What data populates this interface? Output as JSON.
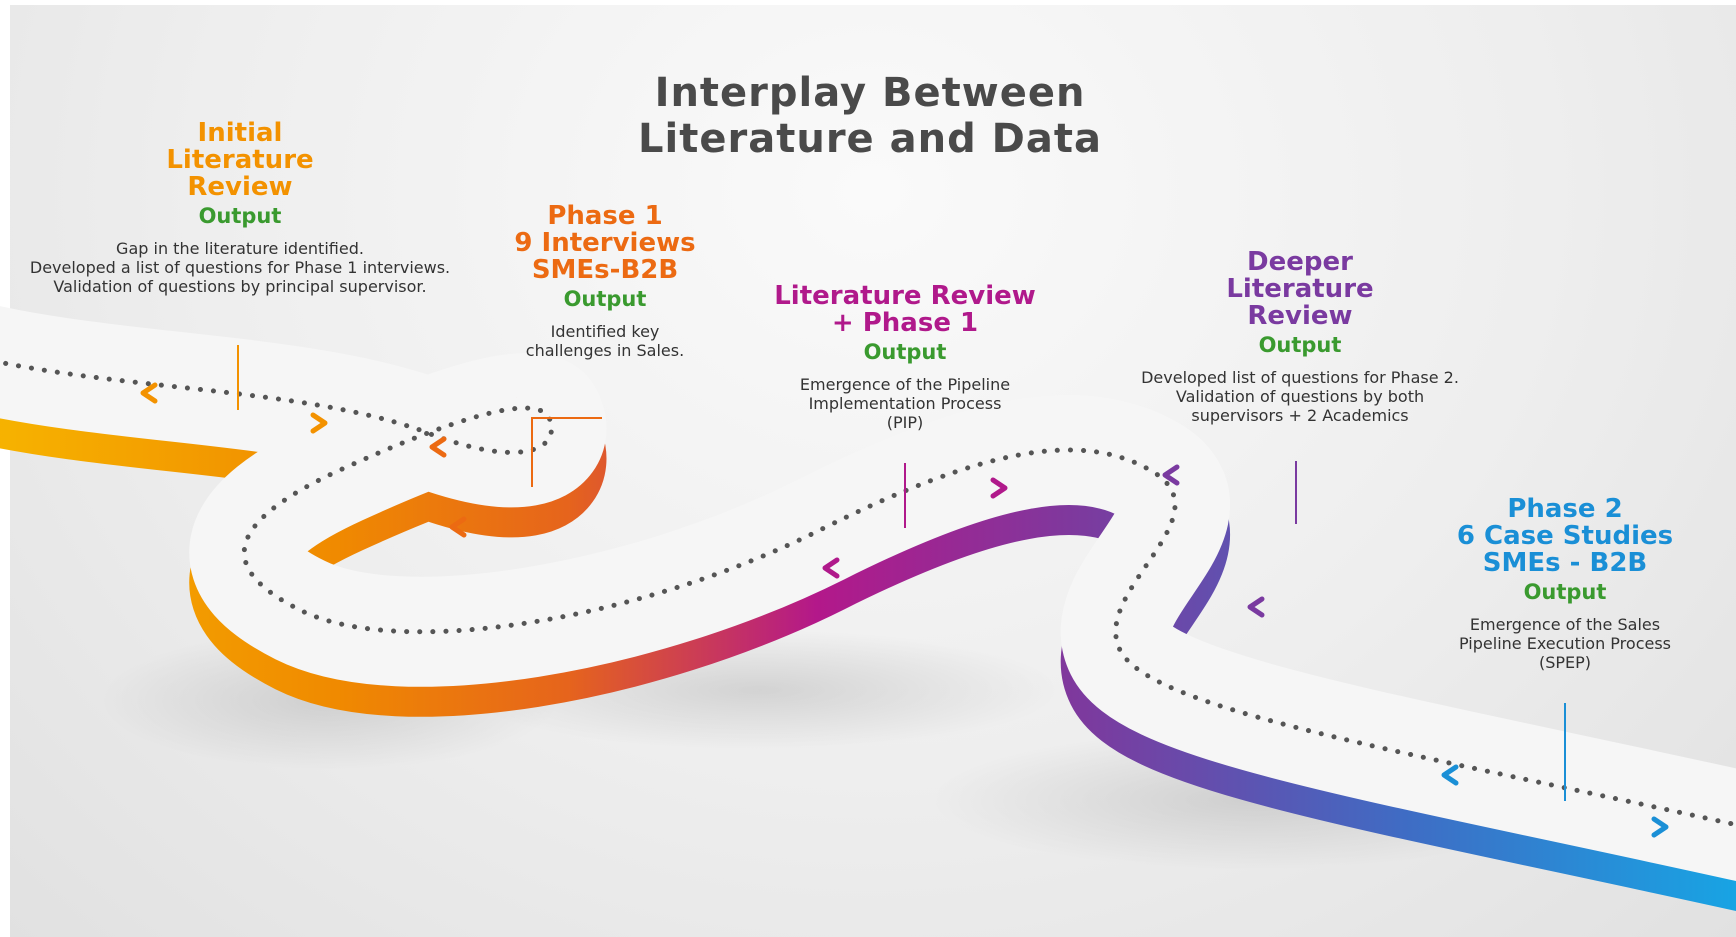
{
  "title": {
    "line1": "Interplay Between",
    "line2": "Literature and Data"
  },
  "colors": {
    "stage1": "#f39200",
    "stage2": "#ec6a12",
    "stage3": "#b0198b",
    "stage4": "#7a3aa0",
    "stage5": "#1a8fd6",
    "output": "#3a9a2f"
  },
  "stages": [
    {
      "heading": "Initial\nLiterature\nReview",
      "output": "Output",
      "description": "Gap in the literature identified.\nDeveloped a list of questions for Phase 1 interviews.\nValidation of questions by principal supervisor."
    },
    {
      "heading": "Phase 1\n9 Interviews\nSMEs-B2B",
      "output": "Output",
      "description": "Identified key\nchallenges in Sales."
    },
    {
      "heading": "Literature  Review\n+ Phase 1",
      "output": "Output",
      "description": "Emergence of the Pipeline\nImplementation Process\n(PIP)"
    },
    {
      "heading": "Deeper\nLiterature\nReview",
      "output": "Output",
      "description": "Developed list of questions for Phase 2.\nValidation of questions  by both\nsupervisors + 2 Academics"
    },
    {
      "heading": "Phase 2\n6 Case Studies\nSMEs - B2B",
      "output": "Output",
      "description": "Emergence of the Sales\nPipeline Execution Process\n(SPEP)"
    }
  ]
}
